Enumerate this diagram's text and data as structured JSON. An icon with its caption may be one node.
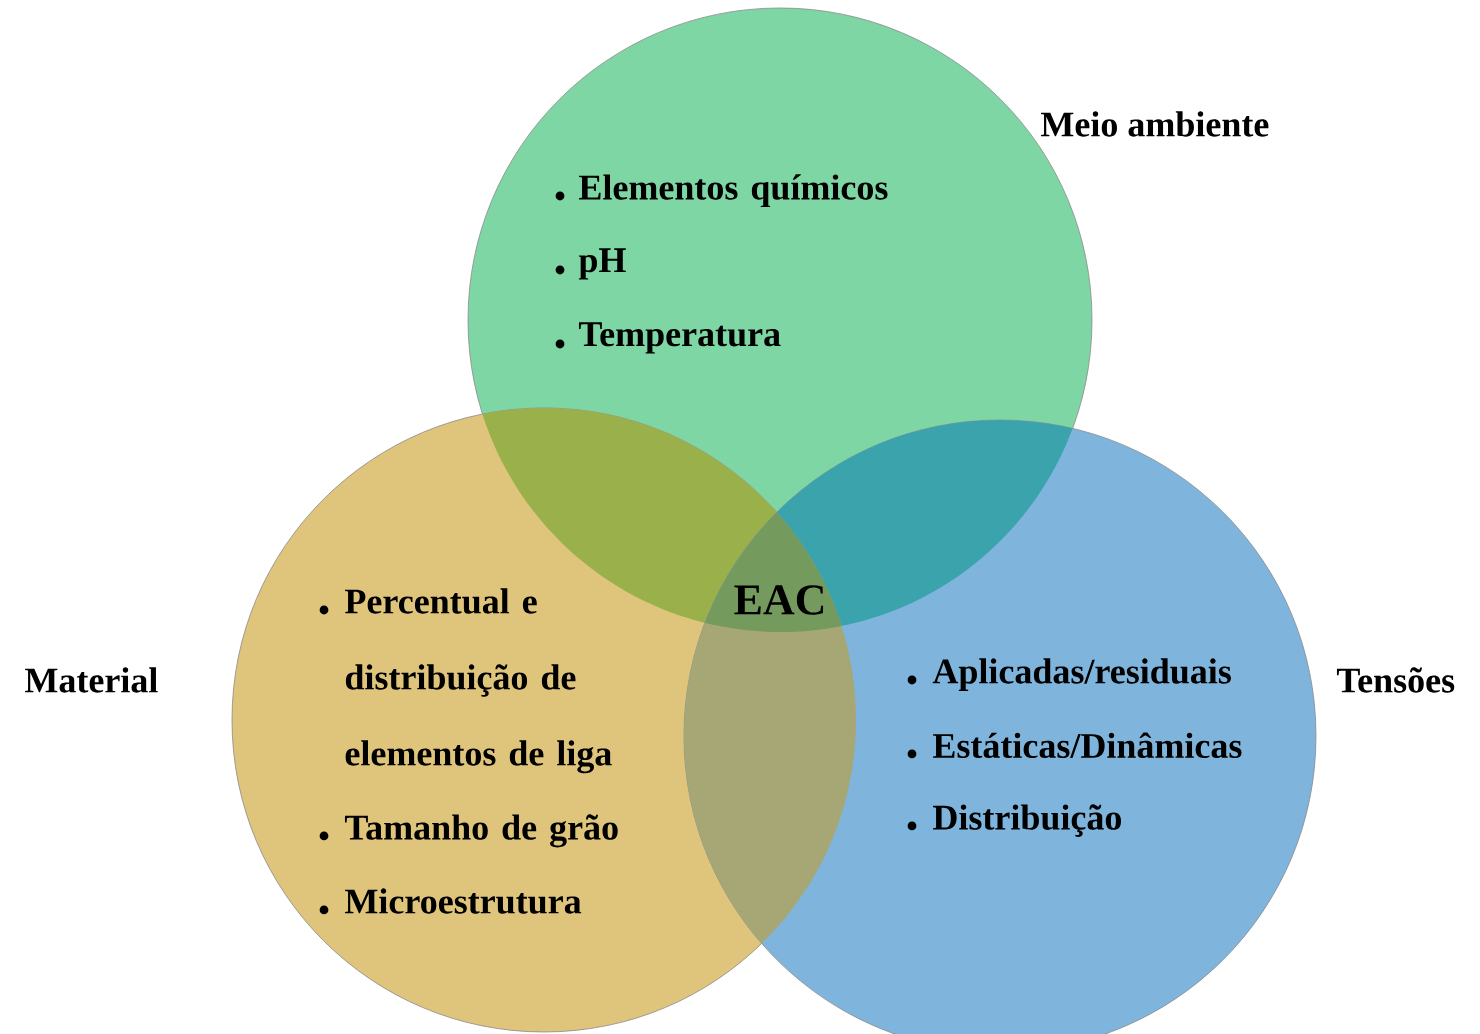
{
  "diagram": {
    "nodes": [
      {
        "text": [
          "Meio ambiente",
          "Elementos químicos",
          "pH",
          "Temperatura"
        ]
      },
      {
        "text": [
          "Material",
          "Percentual e distribuição de elementos de liga",
          "Tamanho de grão",
          "Microestrutura"
        ]
      },
      {
        "text": [
          "Tensões",
          "Aplicadas/residuais",
          "Estáticas/Dinâmicas",
          "Distribuição"
        ]
      }
    ],
    "labels": [
      "EAC"
    ]
  }
}
